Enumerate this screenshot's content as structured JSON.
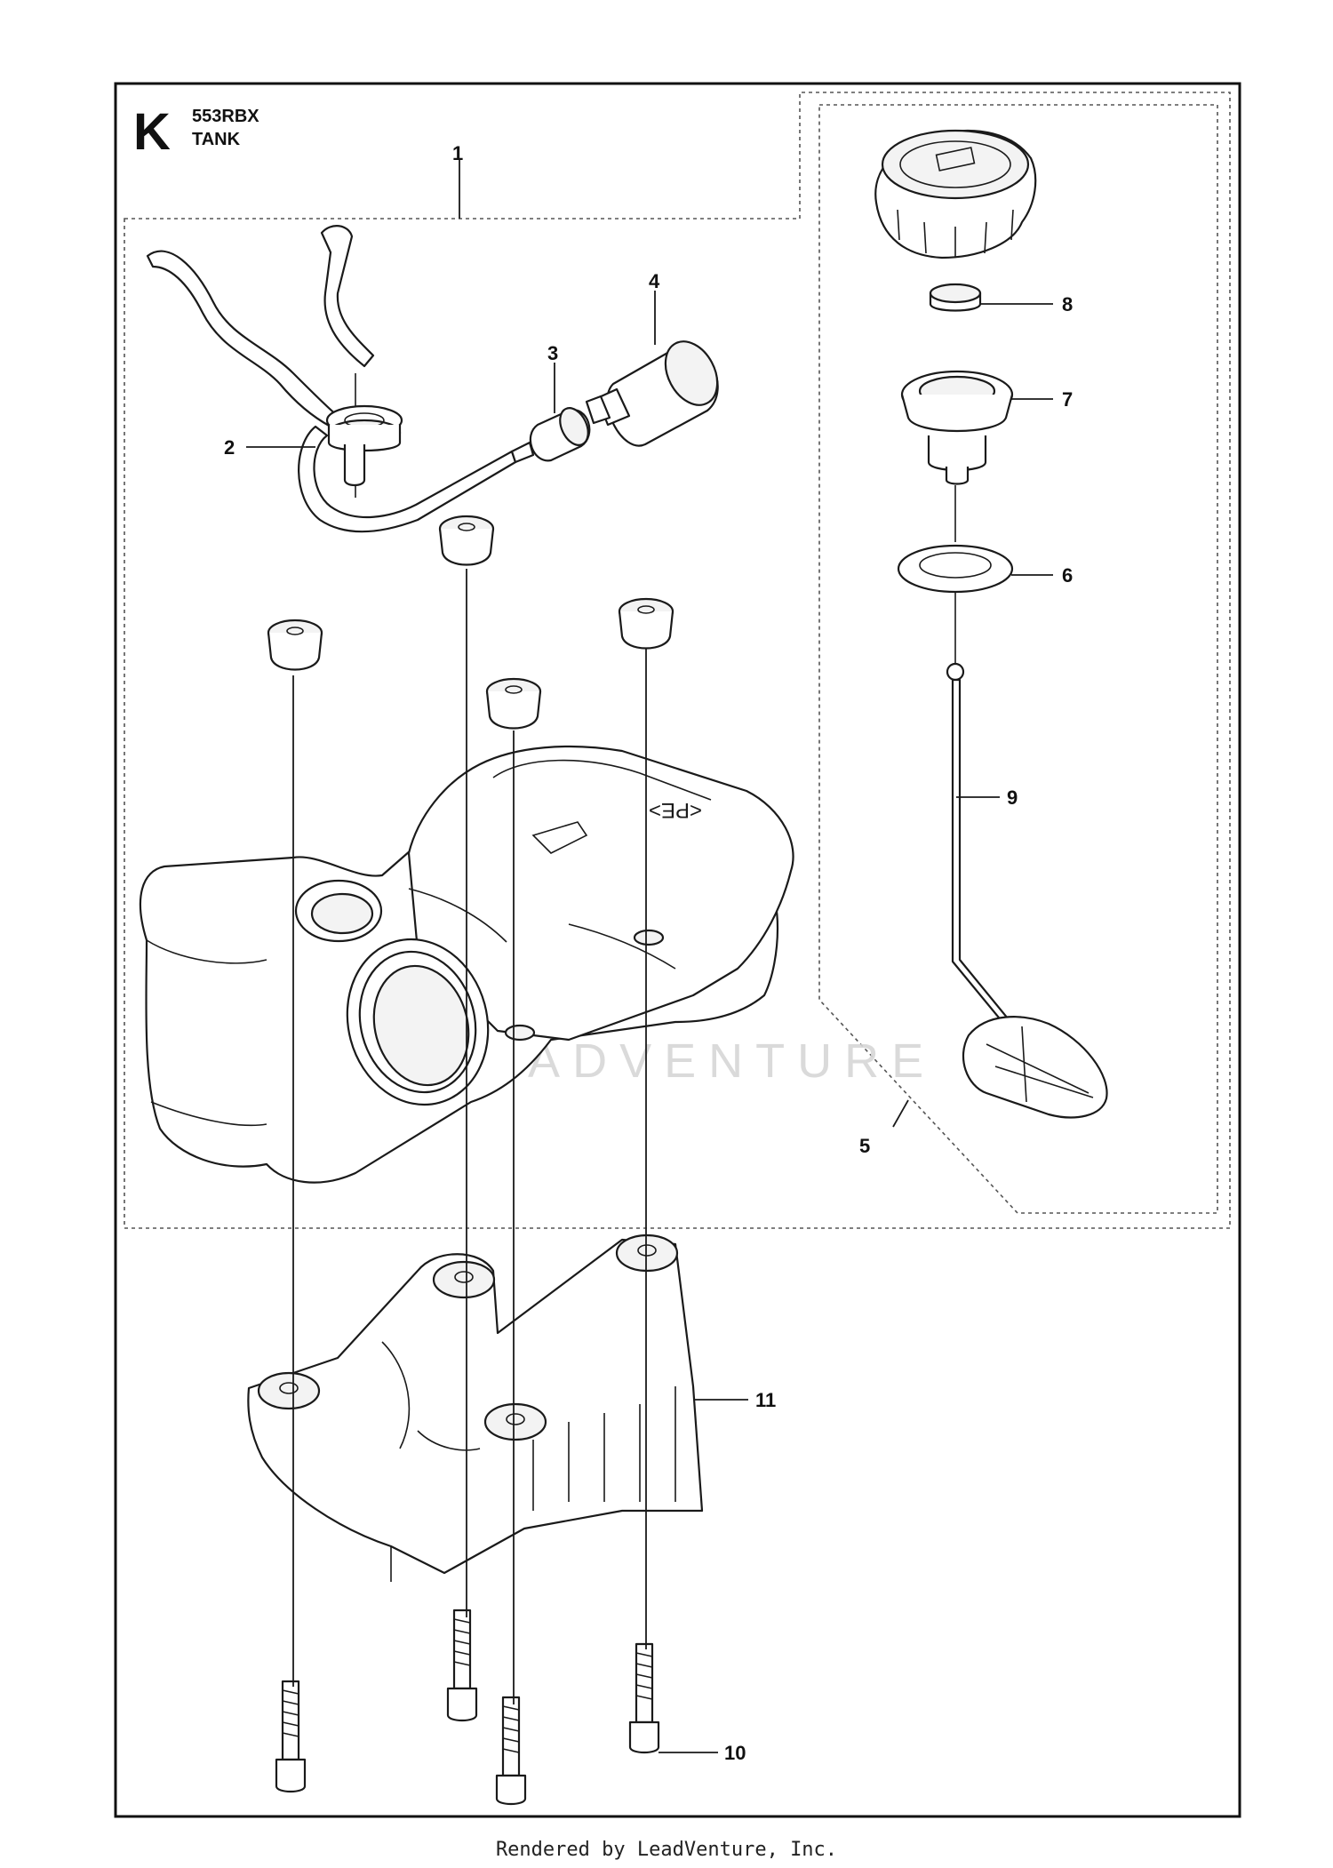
{
  "header": {
    "letter": "K",
    "model": "553RBX",
    "section": "TANK"
  },
  "callouts": [
    {
      "id": "1",
      "text": "1"
    },
    {
      "id": "2",
      "text": "2"
    },
    {
      "id": "3",
      "text": "3"
    },
    {
      "id": "4",
      "text": "4"
    },
    {
      "id": "5",
      "text": "5"
    },
    {
      "id": "6",
      "text": "6"
    },
    {
      "id": "7",
      "text": "7"
    },
    {
      "id": "8",
      "text": "8"
    },
    {
      "id": "9",
      "text": "9"
    },
    {
      "id": "10",
      "text": "10"
    },
    {
      "id": "11",
      "text": "11"
    }
  ],
  "tank_embossing": "<PE>",
  "watermark": "LEADVENTURE",
  "footer": "Rendered by LeadVenture, Inc."
}
